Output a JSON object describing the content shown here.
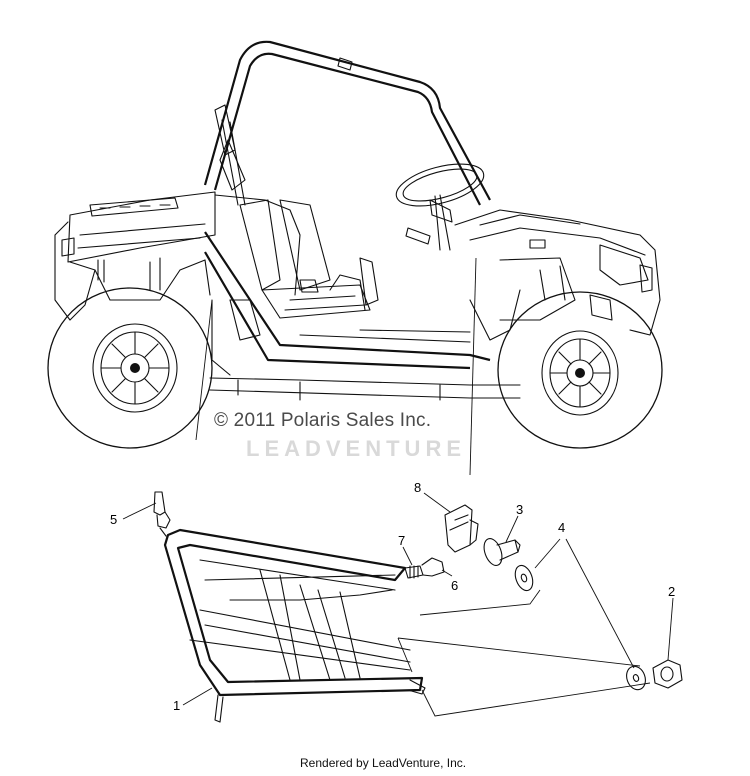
{
  "diagram": {
    "copyright": "© 2011 Polaris Sales Inc.",
    "watermark": "LEADVENTURE",
    "footer": "Rendered by LeadVenture, Inc.",
    "callouts": [
      {
        "id": "1",
        "label": "1"
      },
      {
        "id": "2",
        "label": "2"
      },
      {
        "id": "3",
        "label": "3"
      },
      {
        "id": "4",
        "label": "4"
      },
      {
        "id": "5",
        "label": "5"
      },
      {
        "id": "6",
        "label": "6"
      },
      {
        "id": "7",
        "label": "7"
      },
      {
        "id": "8",
        "label": "8"
      }
    ]
  }
}
